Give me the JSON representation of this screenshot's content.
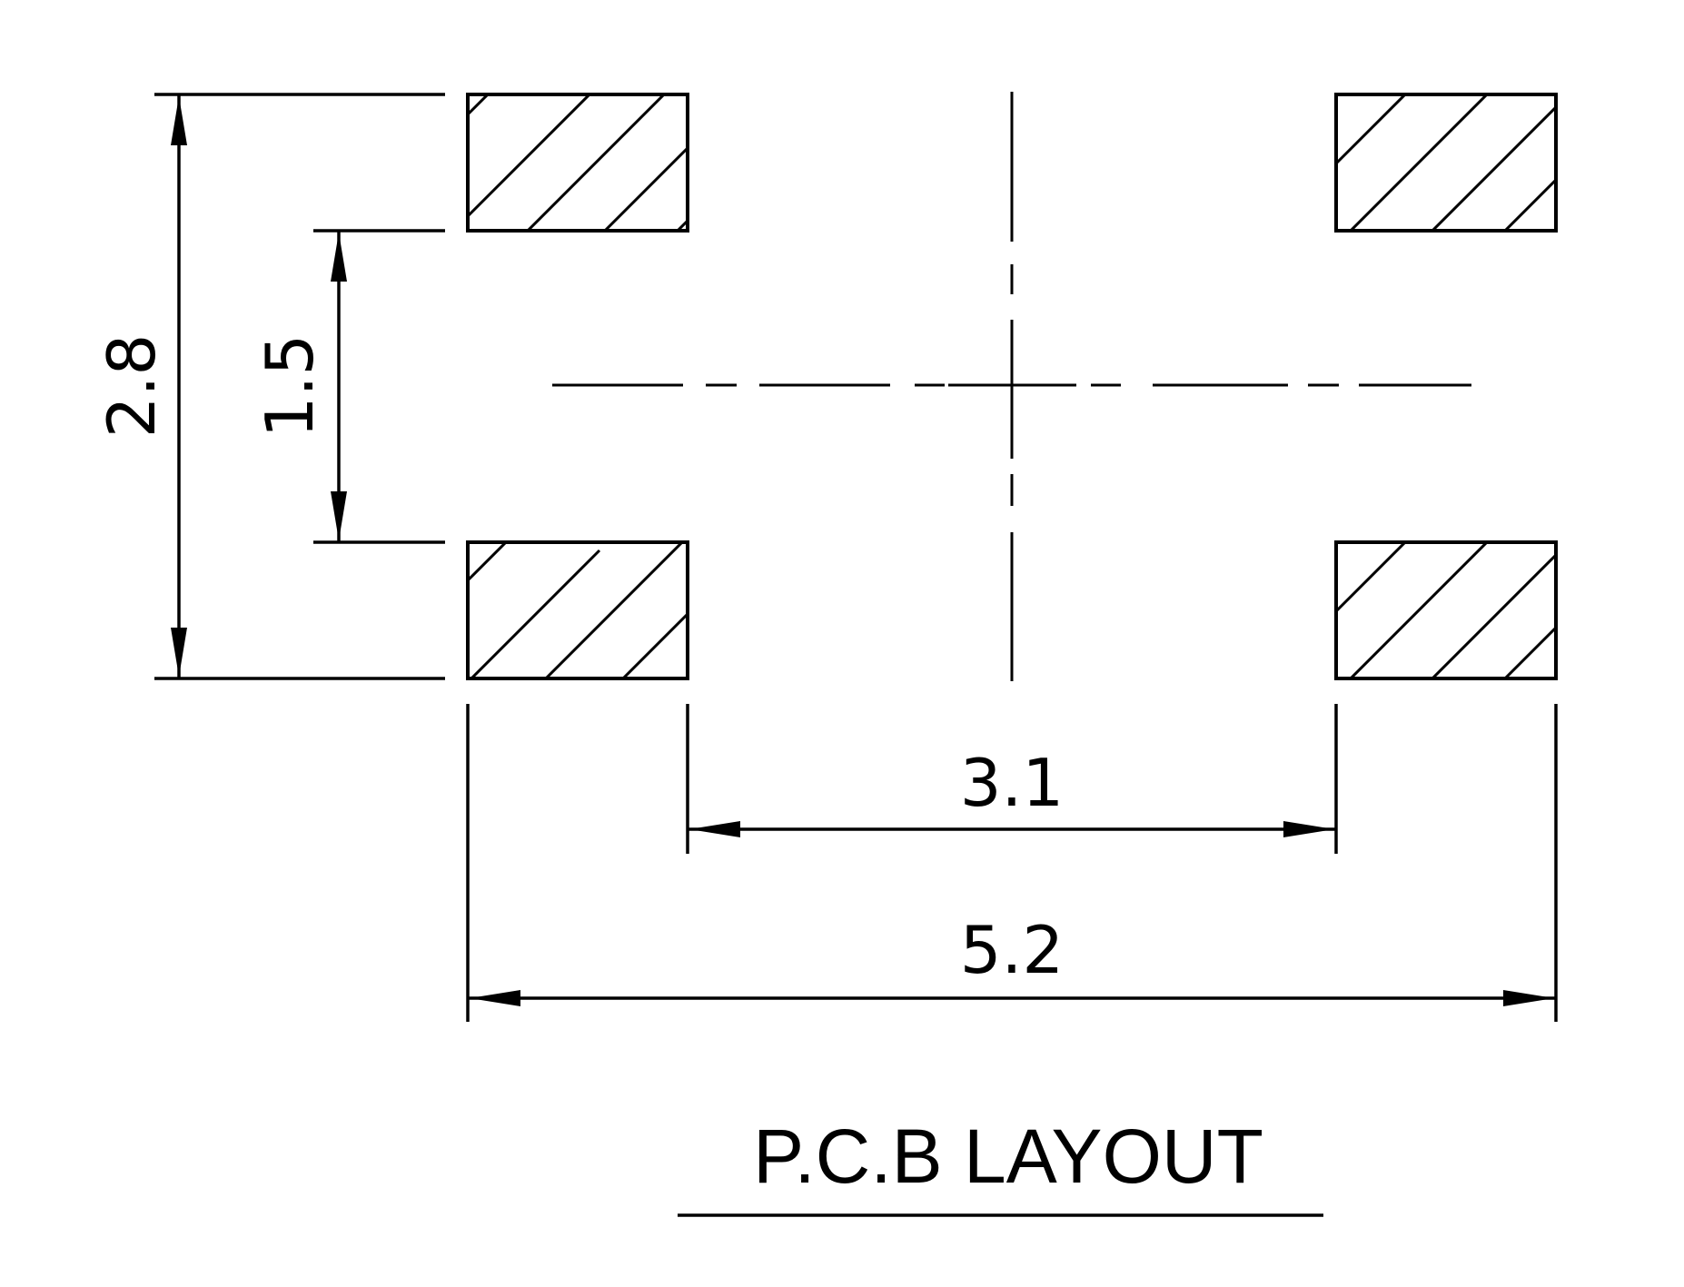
{
  "dimensions": {
    "overall_height": "2.8",
    "inner_gap": "1.5",
    "inner_width": "3.1",
    "overall_width": "5.2"
  },
  "title": "P.C.B LAYOUT"
}
